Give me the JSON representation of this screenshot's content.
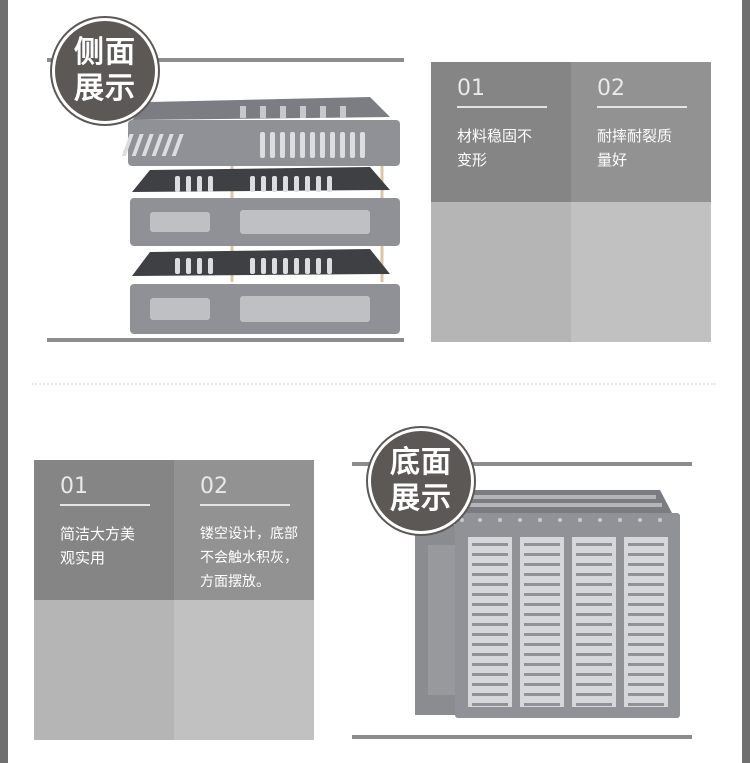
{
  "section_side": {
    "badge": [
      "侧面",
      "展示"
    ],
    "features": [
      {
        "num": "01",
        "text": "材料稳固不变形"
      },
      {
        "num": "02",
        "text": "耐摔耐裂质量好"
      }
    ]
  },
  "section_bottom": {
    "badge": [
      "底面",
      "展示"
    ],
    "features": [
      {
        "num": "01",
        "text": "简洁大方美观实用"
      },
      {
        "num": "02",
        "text": "镂空设计，底部不会触水积灰，方面摆放。"
      }
    ]
  },
  "colors": {
    "frame": "#6f6f6f",
    "badge": "#5b5856",
    "panel_dark": "#858585",
    "panel_light": "#b5b5b5",
    "product_gray": "#8f9196"
  },
  "images": {
    "side_photo": "three-tier file tray side view",
    "bottom_photo": "file tray bottom view"
  }
}
